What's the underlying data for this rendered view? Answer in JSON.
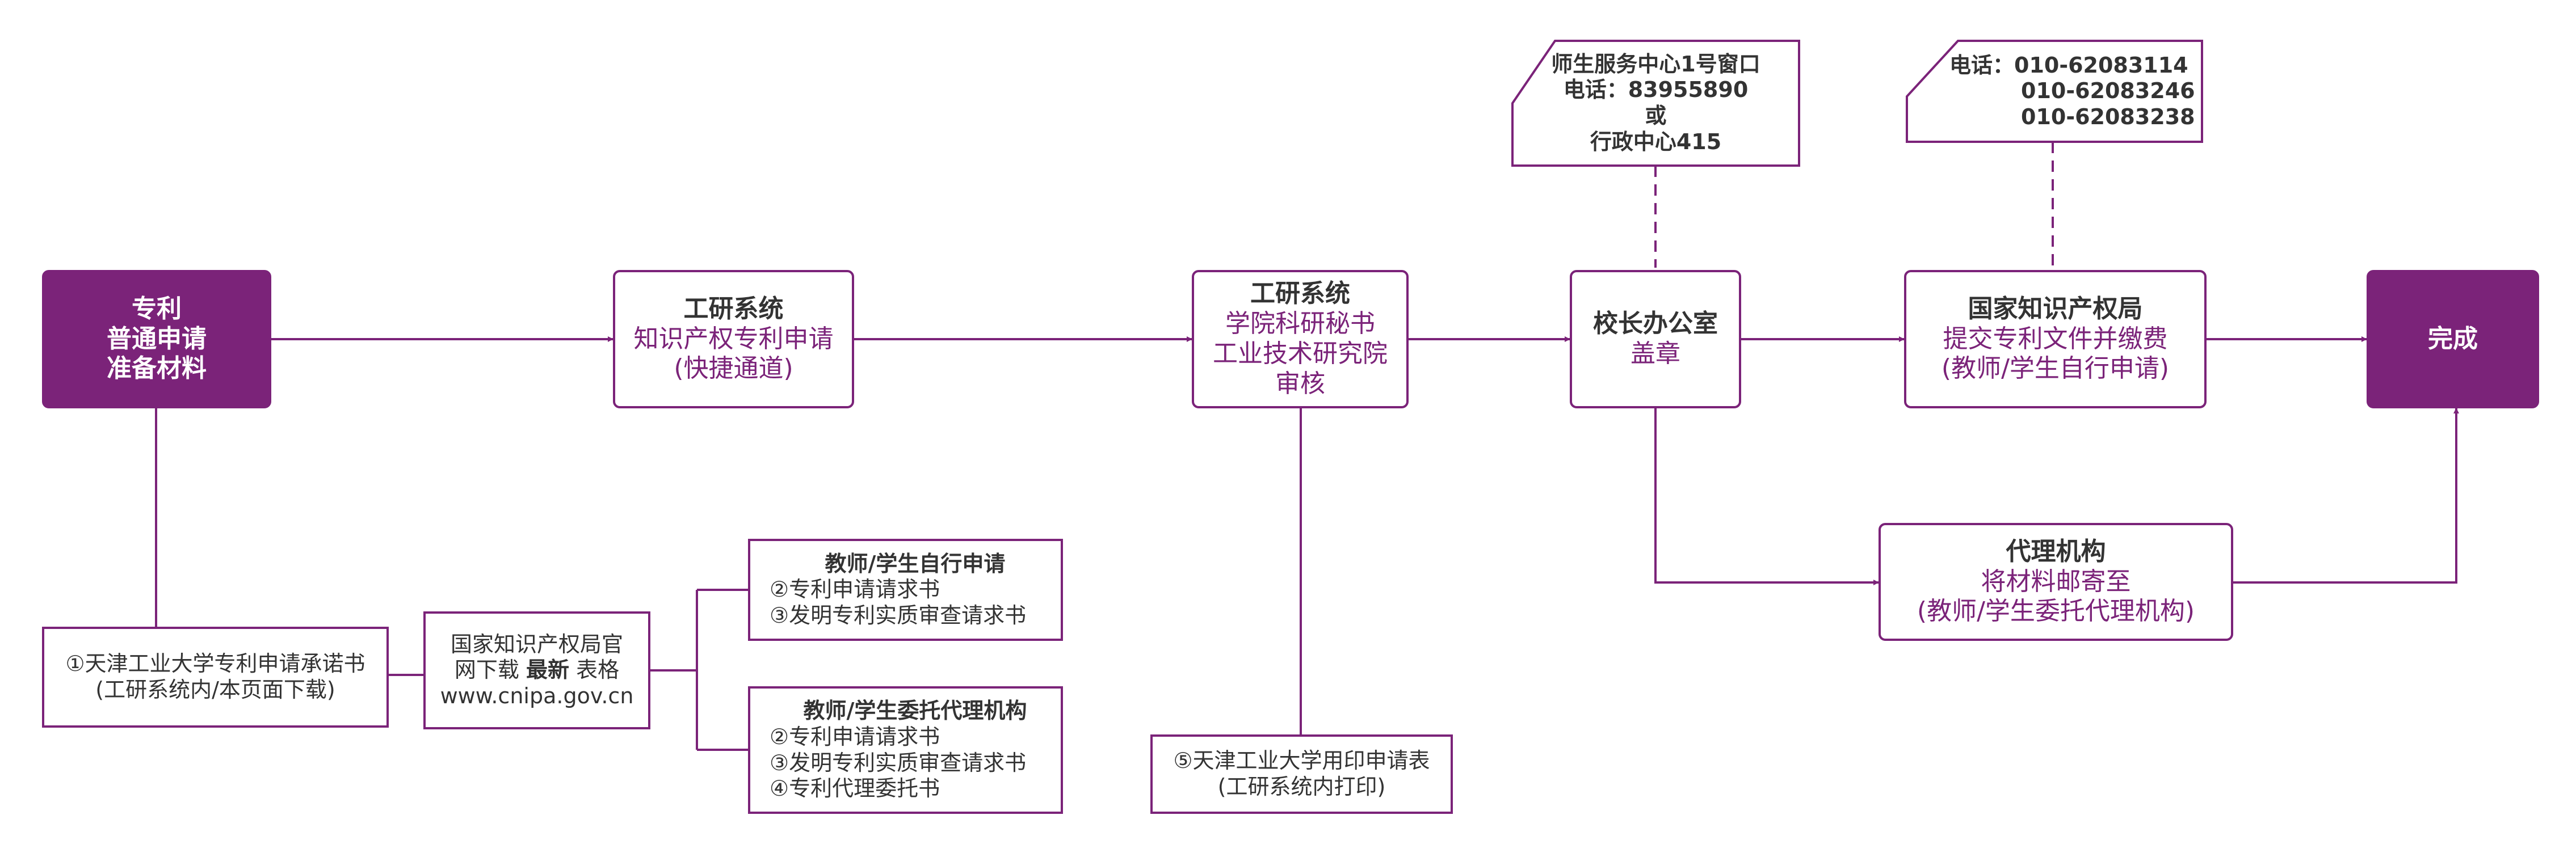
{
  "colors": {
    "accent": "#7b2379",
    "text": "#333333",
    "background": "#ffffff"
  },
  "start": {
    "line1": "专利",
    "line2": "普通申请",
    "line3": "准备材料"
  },
  "step_system": {
    "title": "工研系统",
    "line1": "知识产权专利申请",
    "line2": "(快捷通道)"
  },
  "step_review": {
    "title": "工研系统",
    "line1": "学院科研秘书",
    "line2": "工业技术研究院",
    "line3": "审核"
  },
  "step_president": {
    "title": "校长办公室",
    "line1": "盖章"
  },
  "step_cnipa": {
    "title": "国家知识产权局",
    "line1": "提交专利文件并缴费",
    "line2": "(教师/学生自行申请)"
  },
  "done": {
    "label": "完成"
  },
  "agency": {
    "title": "代理机构",
    "line1": "将材料邮寄至",
    "line2": "(教师/学生委托代理机构)"
  },
  "note_service": {
    "line1": "师生服务中心1号窗口",
    "line2": "电话：83955890",
    "line3": "或",
    "line4": "行政中心415"
  },
  "note_phone": {
    "line1": "电话：010-62083114",
    "line2": "010-62083246",
    "line3": "010-62083238"
  },
  "doc_commitment": {
    "line1": "①天津工业大学专利申请承诺书",
    "line2": "(工研系统内/本页面下载)"
  },
  "doc_forms": {
    "line1": "国家知识产权局官",
    "line2_a": "网下载 ",
    "line2_b": "最新",
    "line2_c": " 表格",
    "line3": "www.cnipa.gov.cn"
  },
  "doc_self": {
    "title": "教师/学生自行申请",
    "item1": "②专利申请请求书",
    "item2": "③发明专利实质审查请求书"
  },
  "doc_agent": {
    "title": "教师/学生委托代理机构",
    "item1": "②专利申请请求书",
    "item2": "③发明专利实质审查请求书",
    "item3": "④专利代理委托书"
  },
  "doc_seal": {
    "line1": "⑤天津工业大学用印申请表",
    "line2": "(工研系统内打印)"
  }
}
